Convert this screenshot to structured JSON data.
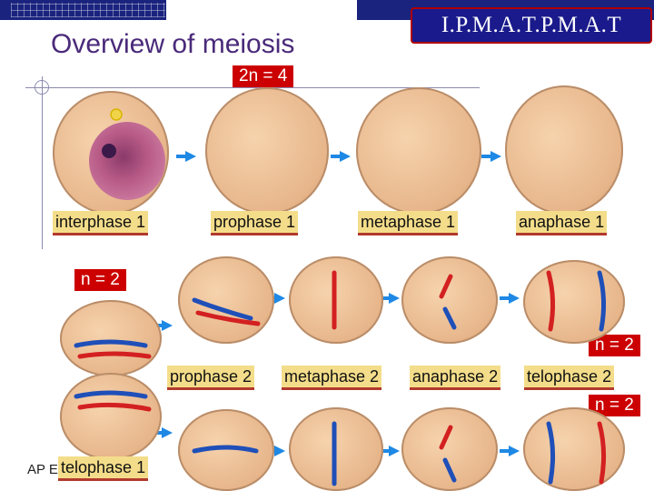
{
  "title": "Overview of meiosis",
  "acronym": "I.P.M.A.T.P.M.A.T",
  "ploidy": {
    "diploid": "2n = 4",
    "haploid_top": "n = 2",
    "haploid_right": "n = 2",
    "haploid_bottom": "n = 2"
  },
  "meiosis1_labels": [
    "interphase 1",
    "prophase 1",
    "metaphase 1",
    "anaphase 1"
  ],
  "meiosis2_labels": [
    "prophase 2",
    "metaphase 2",
    "anaphase 2",
    "telophase 2"
  ],
  "telophase1_label": "telophase 1",
  "footer_fragment": "AP E",
  "colors": {
    "header_bar": "#1a237e",
    "title": "#4a2a7a",
    "acronym_bg": "#1a1a8c",
    "label_red": "#cc0000",
    "label_yellow": "#f4dd8a",
    "cell": "#e7b58a",
    "chromosome_red": "#d32020",
    "chromosome_blue": "#1f4fb8",
    "arrow": "#1e88e5"
  }
}
